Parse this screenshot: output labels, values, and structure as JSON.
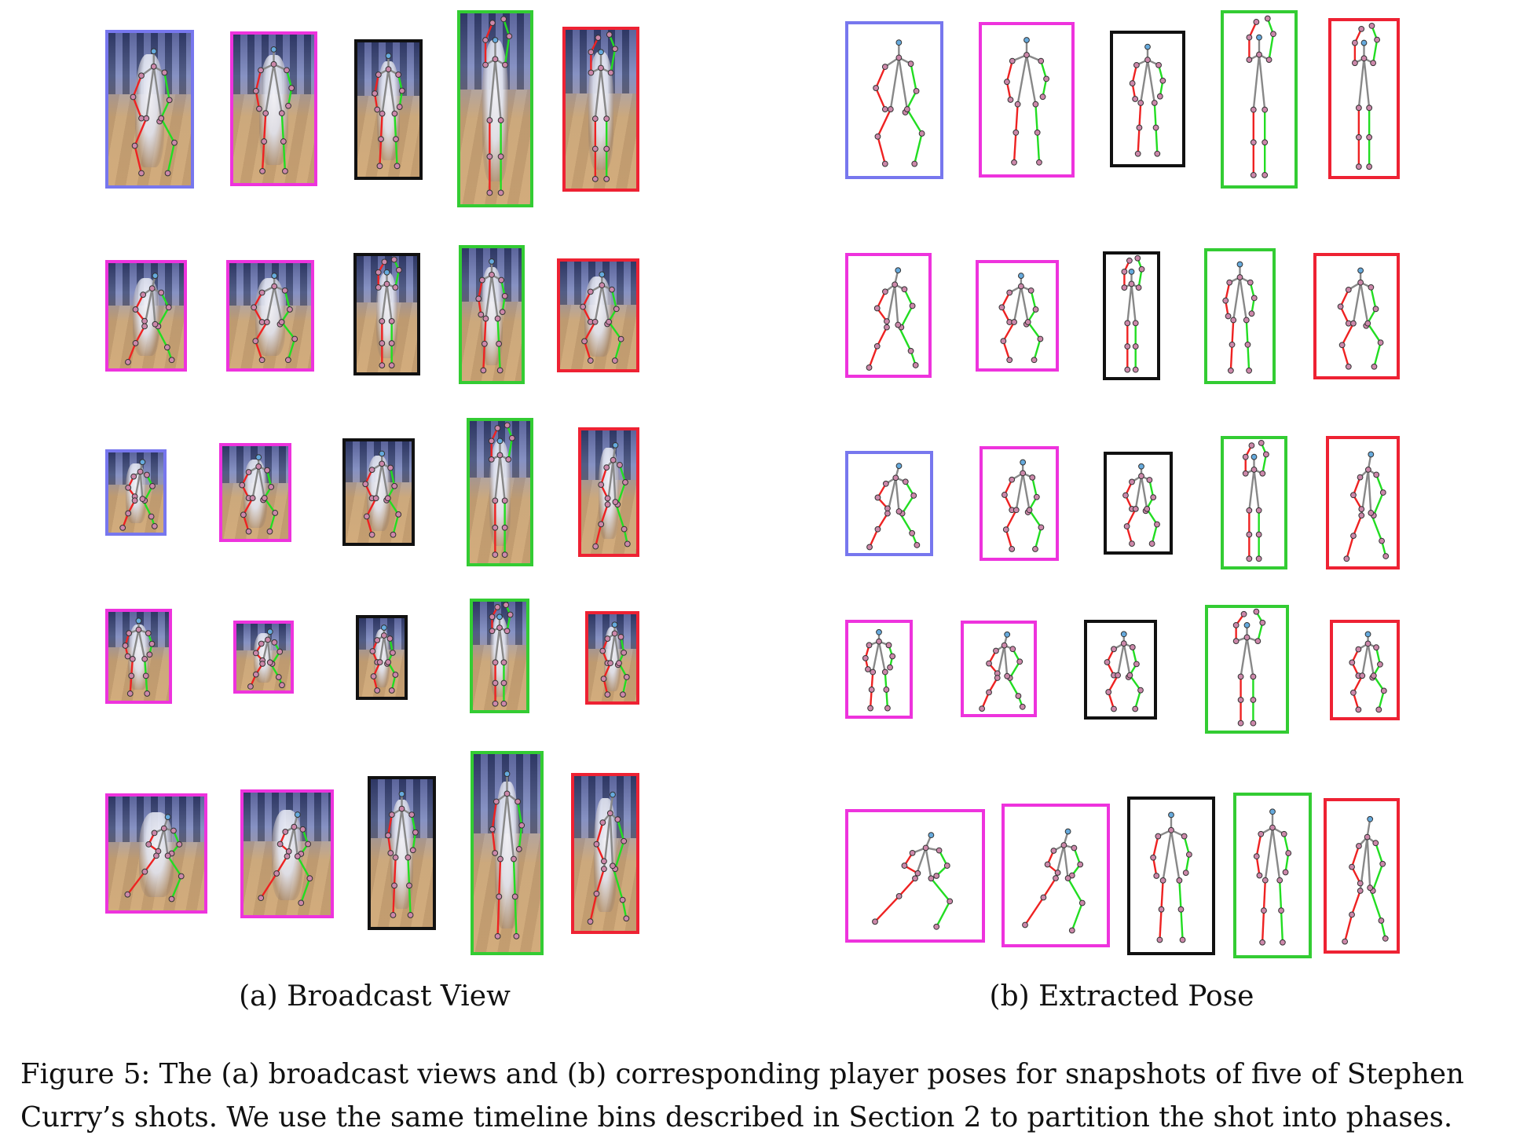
{
  "colors": {
    "blue": "#7777ee",
    "magenta": "#ee33dd",
    "black": "#111111",
    "green": "#33cc33",
    "red": "#ee2233",
    "limb_left": "#ee2222",
    "limb_right": "#22dd22",
    "spine": "#888888",
    "joint_fill": "#cc88aa",
    "joint_edge": "#333333"
  },
  "row_colors": [
    [
      "blue",
      "magenta",
      "black",
      "green",
      "red"
    ],
    [
      "magenta",
      "magenta",
      "black",
      "green",
      "red"
    ],
    [
      "blue",
      "magenta",
      "black",
      "green",
      "red"
    ],
    [
      "magenta",
      "magenta",
      "black",
      "green",
      "red"
    ],
    [
      "magenta",
      "magenta",
      "black",
      "green",
      "red"
    ]
  ],
  "labels": {
    "broadcast": "(a) Broadcast View",
    "pose": "(b) Extracted Pose"
  },
  "caption": {
    "line1": "Figure 5: The (a) broadcast views and (b) corresponding player poses for snapshots of five of Stephen",
    "line2": "Curry’s shots. We use the same timeline bins described in Section 2 to partition the shot into phases."
  }
}
